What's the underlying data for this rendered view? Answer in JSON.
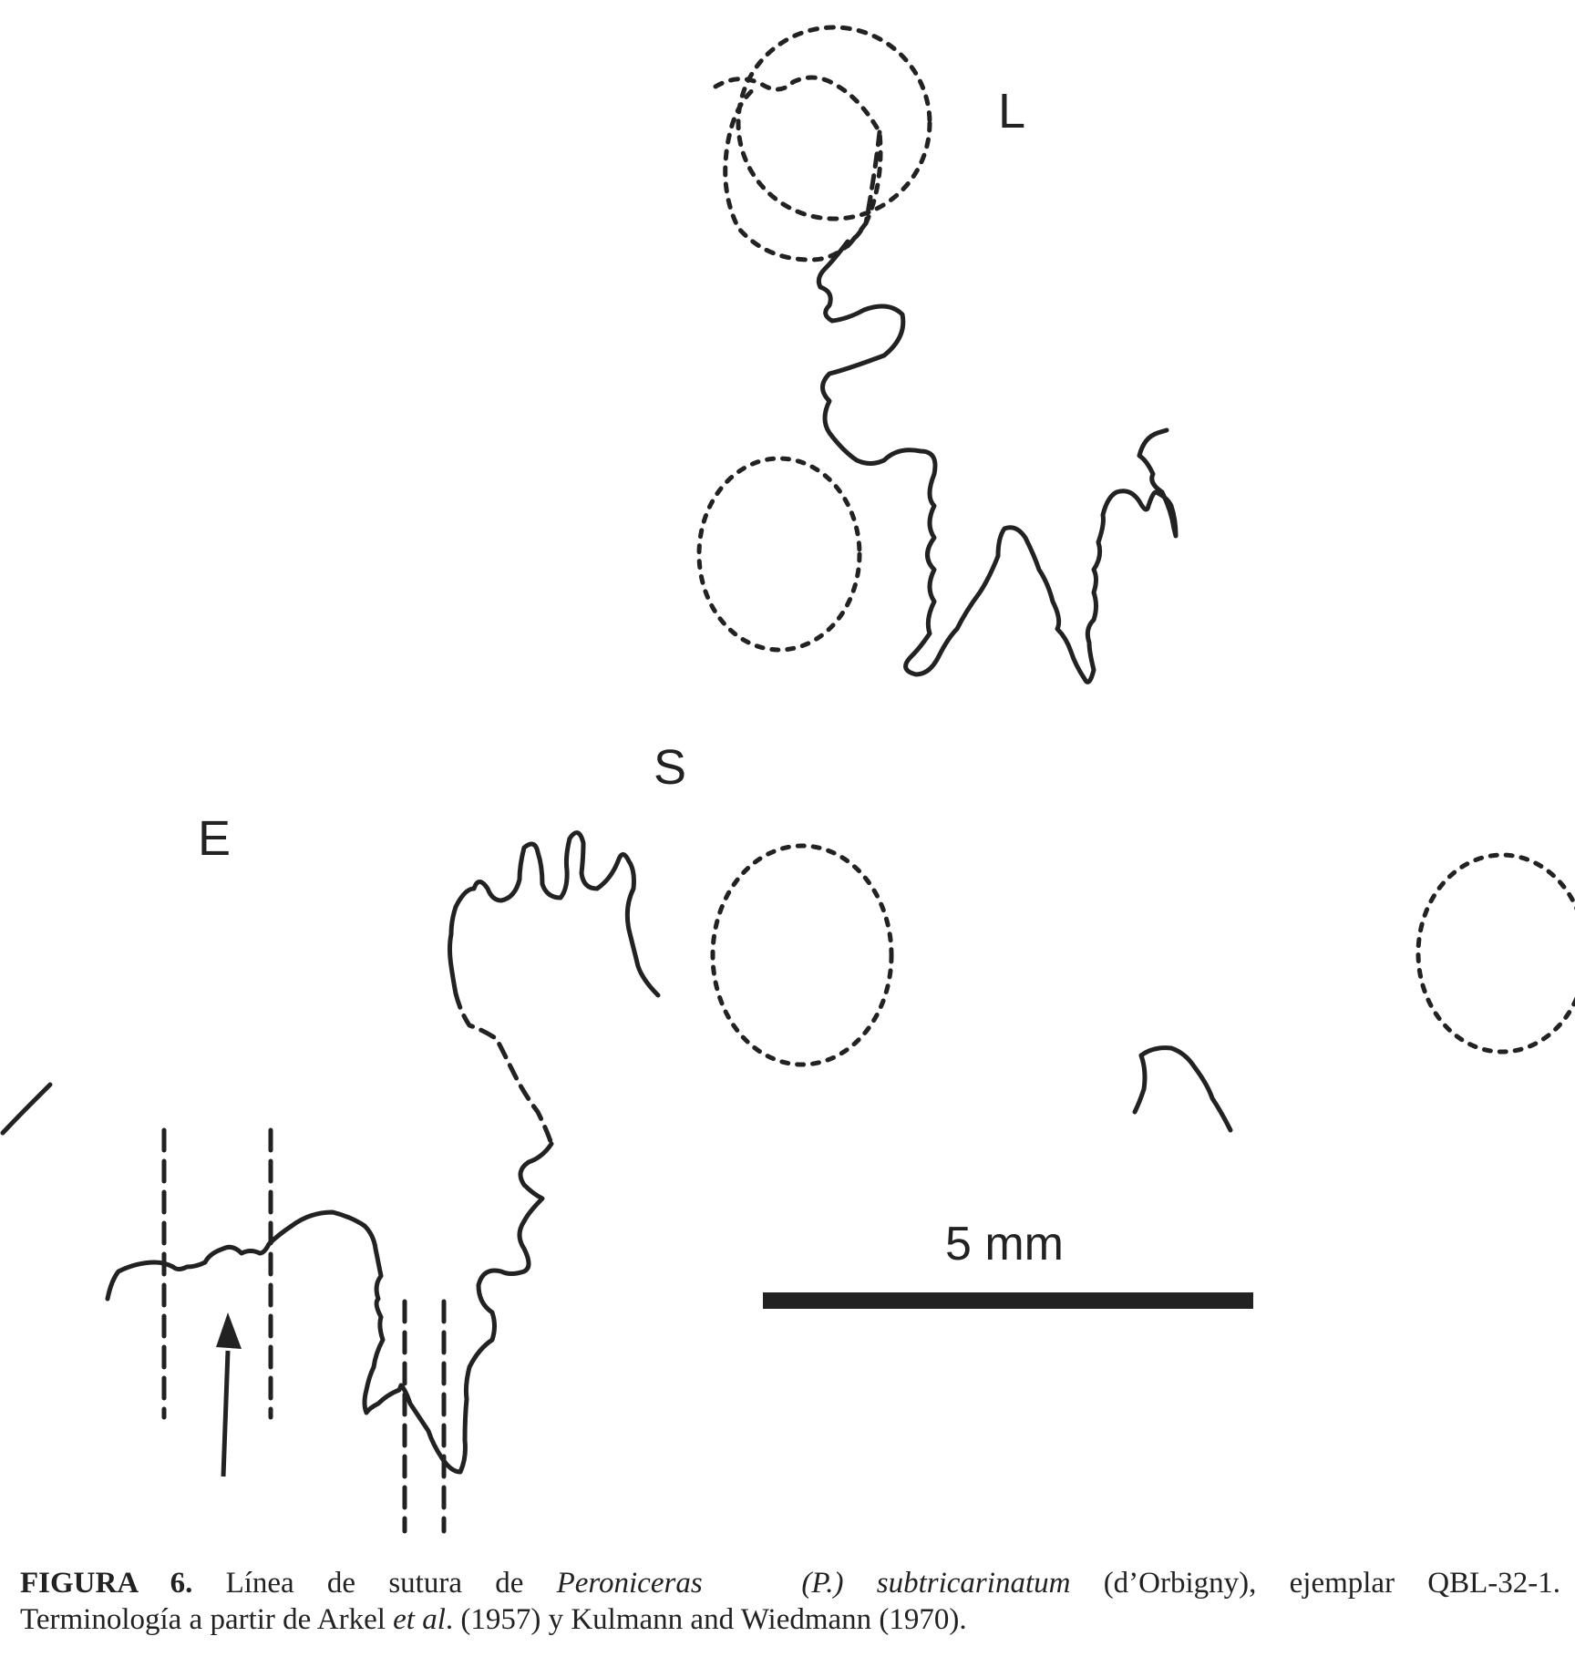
{
  "labels": {
    "lateral": "L",
    "umbilical": "S",
    "external": "E"
  },
  "scale_bar": {
    "label": "5 mm"
  },
  "caption": {
    "figure_label": "FIGURA 6.",
    "text_a": " Línea de sutura de ",
    "genus": "Peroniceras",
    "subgenus_species": "(P.) subtricarinatum",
    "text_b": " (d’Orbigny), ejemplar QBL-32-1.",
    "line2_a": "Terminología a partir de Arkel ",
    "et_al": "et al",
    "line2_b": ". (1957) y Kulmann and Wiedmann (1970)."
  },
  "colors": {
    "stroke": "#222222",
    "background": "#ffffff"
  }
}
